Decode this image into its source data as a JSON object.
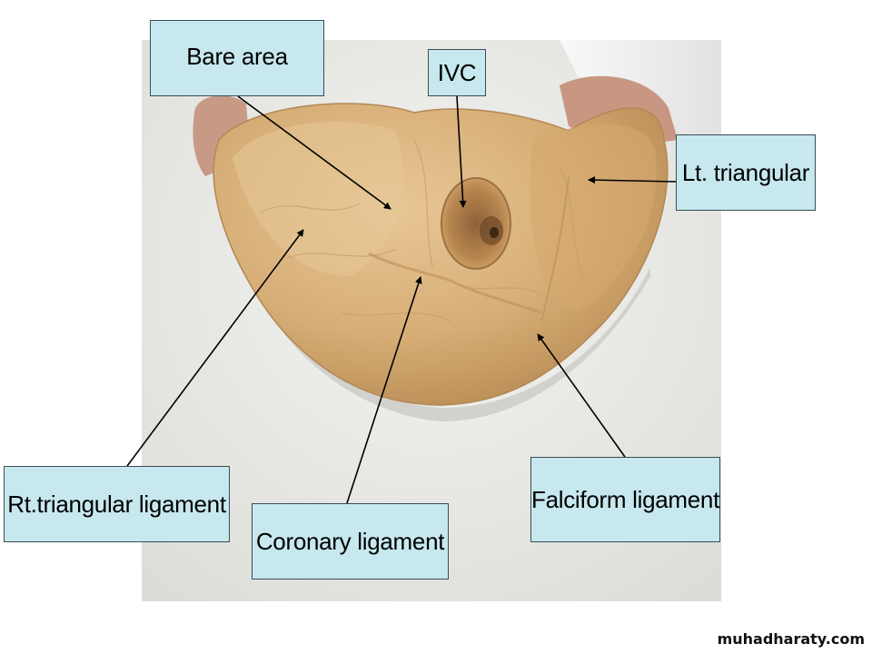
{
  "labels": {
    "bare_area": "Bare area",
    "ivc": "IVC",
    "lt_triangular": "Lt. triangular",
    "rt_triangular": "Rt.triangular ligament",
    "coronary": "Coronary ligament",
    "falciform": "Falciform ligament"
  },
  "watermark": "muhadharaty.com",
  "colors": {
    "label_fill": "#c6e8ee",
    "label_border": "#3a4d55",
    "liver": "#d9b27e",
    "background": "#eeeeee",
    "pointer": "#000000"
  }
}
